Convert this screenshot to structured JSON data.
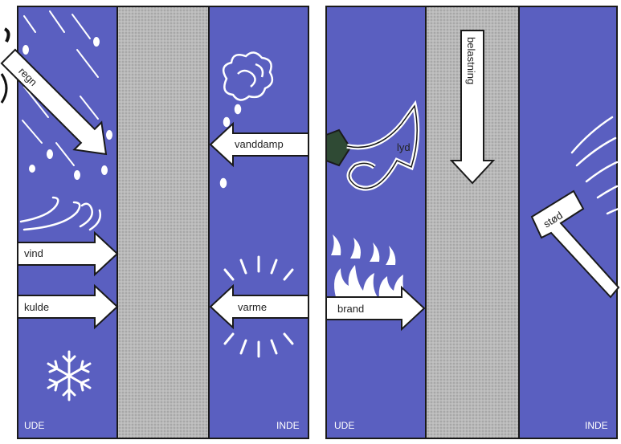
{
  "labels": {
    "regn": "regn",
    "vind": "vind",
    "kulde": "kulde",
    "vanddamp": "vanddamp",
    "varme": "varme",
    "lyd": "lyd",
    "brand": "brand",
    "belastning": "belastning",
    "stoed": "stød",
    "ude_left": "UDE",
    "inde_left": "INDE",
    "ude_right": "UDE",
    "inde_right": "INDE"
  },
  "colors": {
    "panel_blue": "#5a5fc0",
    "wall_gray": "#b4b4b4",
    "arrow_fill": "#ffffff",
    "outline": "#1a1a1a"
  }
}
